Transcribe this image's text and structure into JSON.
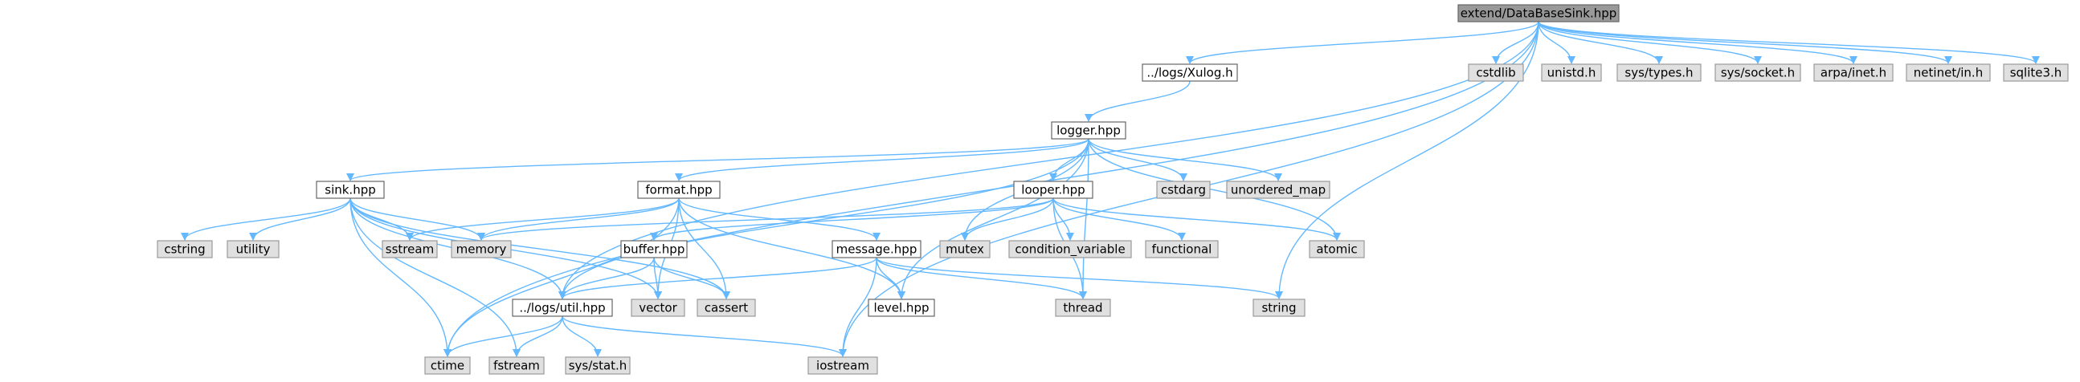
{
  "diagram": {
    "edge_color": "#63b8ff",
    "root_fill": "#999999",
    "project_fill": "#ffffff",
    "system_fill": "#e0e0e0",
    "nodes": [
      {
        "id": "root",
        "label": "extend/DataBaseSink.hpp",
        "kind": "root"
      },
      {
        "id": "xulog",
        "label": "../logs/Xulog.h",
        "kind": "project"
      },
      {
        "id": "cstdlib",
        "label": "cstdlib",
        "kind": "system"
      },
      {
        "id": "unistd",
        "label": "unistd.h",
        "kind": "system"
      },
      {
        "id": "systypes",
        "label": "sys/types.h",
        "kind": "system"
      },
      {
        "id": "syssocket",
        "label": "sys/socket.h",
        "kind": "system"
      },
      {
        "id": "arpainet",
        "label": "arpa/inet.h",
        "kind": "system"
      },
      {
        "id": "netinet",
        "label": "netinet/in.h",
        "kind": "system"
      },
      {
        "id": "sqlite3",
        "label": "sqlite3.h",
        "kind": "system"
      },
      {
        "id": "logger",
        "label": "logger.hpp",
        "kind": "project"
      },
      {
        "id": "sink",
        "label": "sink.hpp",
        "kind": "project"
      },
      {
        "id": "format",
        "label": "format.hpp",
        "kind": "project"
      },
      {
        "id": "looper",
        "label": "looper.hpp",
        "kind": "project"
      },
      {
        "id": "cstdarg",
        "label": "cstdarg",
        "kind": "system"
      },
      {
        "id": "unordered_map",
        "label": "unordered_map",
        "kind": "system"
      },
      {
        "id": "cstring",
        "label": "cstring",
        "kind": "system"
      },
      {
        "id": "utility",
        "label": "utility",
        "kind": "system"
      },
      {
        "id": "sstream",
        "label": "sstream",
        "kind": "system"
      },
      {
        "id": "memory",
        "label": "memory",
        "kind": "system"
      },
      {
        "id": "mutex",
        "label": "mutex",
        "kind": "system"
      },
      {
        "id": "condvar",
        "label": "condition_variable",
        "kind": "system"
      },
      {
        "id": "functional",
        "label": "functional",
        "kind": "system"
      },
      {
        "id": "atomic",
        "label": "atomic",
        "kind": "system"
      },
      {
        "id": "buffer",
        "label": "buffer.hpp",
        "kind": "project"
      },
      {
        "id": "message",
        "label": "message.hpp",
        "kind": "project"
      },
      {
        "id": "util",
        "label": "../logs/util.hpp",
        "kind": "project"
      },
      {
        "id": "vector",
        "label": "vector",
        "kind": "system"
      },
      {
        "id": "cassert",
        "label": "cassert",
        "kind": "system"
      },
      {
        "id": "level",
        "label": "level.hpp",
        "kind": "project"
      },
      {
        "id": "thread",
        "label": "thread",
        "kind": "system"
      },
      {
        "id": "string",
        "label": "string",
        "kind": "system"
      },
      {
        "id": "ctime",
        "label": "ctime",
        "kind": "system"
      },
      {
        "id": "fstream",
        "label": "fstream",
        "kind": "system"
      },
      {
        "id": "sysstat",
        "label": "sys/stat.h",
        "kind": "system"
      },
      {
        "id": "iostream",
        "label": "iostream",
        "kind": "system"
      }
    ],
    "edges": [
      [
        "root",
        "xulog"
      ],
      [
        "root",
        "cstdlib"
      ],
      [
        "root",
        "unistd"
      ],
      [
        "root",
        "systypes"
      ],
      [
        "root",
        "syssocket"
      ],
      [
        "root",
        "arpainet"
      ],
      [
        "root",
        "netinet"
      ],
      [
        "root",
        "sqlite3"
      ],
      [
        "root",
        "ctime"
      ],
      [
        "root",
        "util"
      ],
      [
        "root",
        "string"
      ],
      [
        "root",
        "iostream"
      ],
      [
        "xulog",
        "logger"
      ],
      [
        "logger",
        "sink"
      ],
      [
        "logger",
        "format"
      ],
      [
        "logger",
        "looper"
      ],
      [
        "logger",
        "cstdarg"
      ],
      [
        "logger",
        "unordered_map"
      ],
      [
        "logger",
        "atomic"
      ],
      [
        "logger",
        "mutex"
      ],
      [
        "logger",
        "util"
      ],
      [
        "logger",
        "level"
      ],
      [
        "logger",
        "thread"
      ],
      [
        "sink",
        "cstring"
      ],
      [
        "sink",
        "utility"
      ],
      [
        "sink",
        "sstream"
      ],
      [
        "sink",
        "memory"
      ],
      [
        "sink",
        "util"
      ],
      [
        "sink",
        "vector"
      ],
      [
        "sink",
        "cassert"
      ],
      [
        "sink",
        "ctime"
      ],
      [
        "sink",
        "fstream"
      ],
      [
        "format",
        "sstream"
      ],
      [
        "format",
        "memory"
      ],
      [
        "format",
        "message"
      ],
      [
        "format",
        "level"
      ],
      [
        "format",
        "vector"
      ],
      [
        "format",
        "cassert"
      ],
      [
        "format",
        "ctime"
      ],
      [
        "looper",
        "buffer"
      ],
      [
        "looper",
        "memory"
      ],
      [
        "looper",
        "mutex"
      ],
      [
        "looper",
        "condvar"
      ],
      [
        "looper",
        "functional"
      ],
      [
        "looper",
        "atomic"
      ],
      [
        "looper",
        "thread"
      ],
      [
        "buffer",
        "util"
      ],
      [
        "buffer",
        "vector"
      ],
      [
        "buffer",
        "cassert"
      ],
      [
        "message",
        "util"
      ],
      [
        "message",
        "level"
      ],
      [
        "message",
        "thread"
      ],
      [
        "message",
        "string"
      ],
      [
        "message",
        "iostream"
      ],
      [
        "util",
        "ctime"
      ],
      [
        "util",
        "fstream"
      ],
      [
        "util",
        "sysstat"
      ],
      [
        "util",
        "iostream"
      ]
    ]
  }
}
